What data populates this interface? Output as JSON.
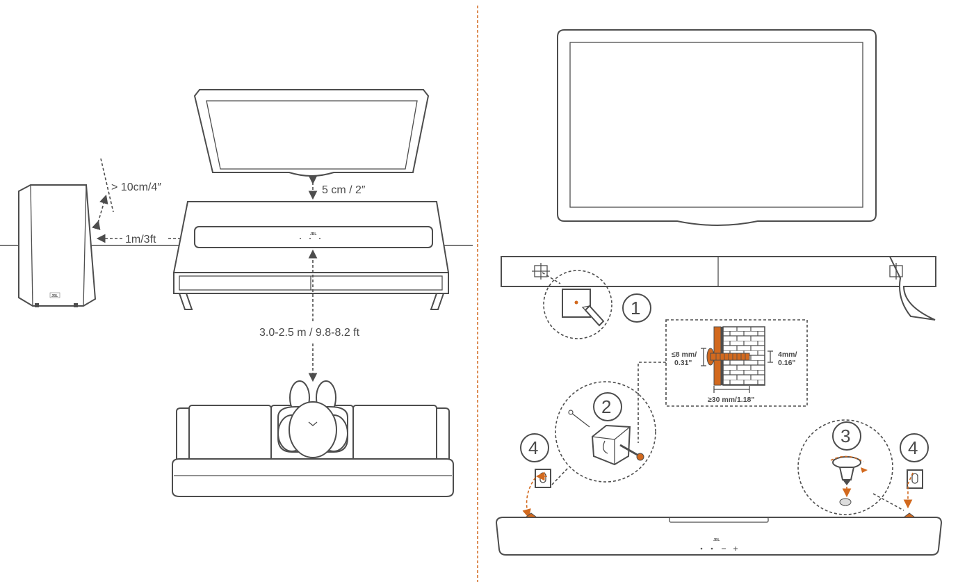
{
  "labels": {
    "wall_gap": "> 10cm/4″",
    "tv_gap": "5 cm / 2″",
    "sub_distance": "1m/3ft",
    "listening_distance": "3.0-2.5 m / 9.8-8.2 ft",
    "screw_head": "≤8 mm/",
    "screw_head_in": "0.31\"",
    "screw_diameter": "4mm/",
    "screw_diameter_in": "0.16\"",
    "screw_length": "≥30 mm/1.18\""
  },
  "steps": {
    "step1": "1",
    "step2": "2",
    "step3": "3",
    "step4_left": "4",
    "step4_right": "4"
  },
  "brand": "JBL",
  "colors": {
    "line": "#4d4d4d",
    "accent": "#d2691e",
    "divider": "#d2691e"
  },
  "icons": [
    "pencil-icon",
    "screw-icon",
    "bracket-icon",
    "drill-icon",
    "wall-anchor-icon"
  ]
}
